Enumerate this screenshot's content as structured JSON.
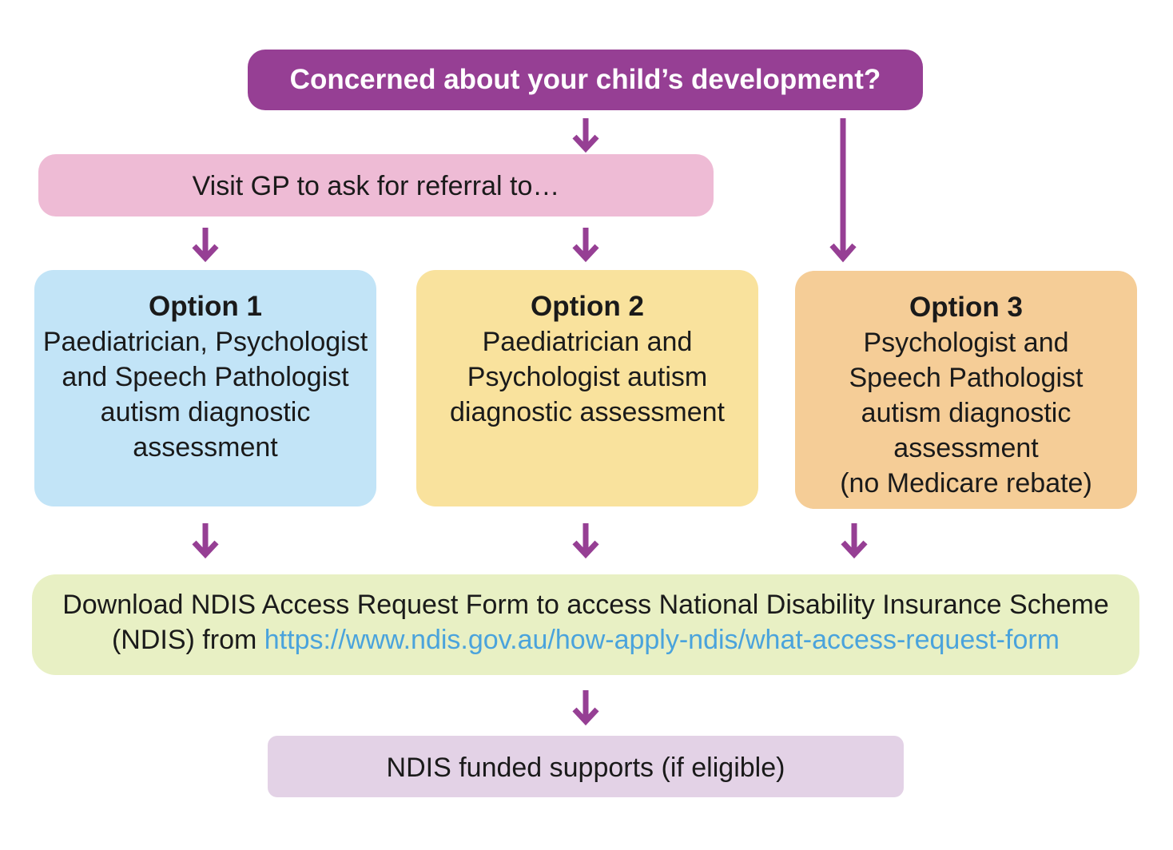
{
  "nodes": {
    "start": "Concerned about your child’s development?",
    "gp": "Visit GP to ask for referral to…",
    "option1": {
      "title": "Option 1",
      "lines": [
        "Paediatrician, Psychologist",
        "and Speech Pathologist",
        "autism diagnostic",
        "assessment"
      ]
    },
    "option2": {
      "title": "Option 2",
      "lines": [
        "Paediatrician and",
        "Psychologist autism",
        "diagnostic assessment"
      ]
    },
    "option3": {
      "title": "Option 3",
      "lines": [
        "Psychologist and",
        "Speech Pathologist",
        "autism diagnostic",
        "assessment",
        "(no Medicare rebate)"
      ]
    },
    "ndis": {
      "line1": "Download NDIS Access Request Form to access National Disability Insurance Scheme",
      "line2_prefix": "(NDIS) from ",
      "link": "https://www.ndis.gov.au/how-apply-ndis/what-access-request-form"
    },
    "supports": "NDIS funded supports (if eligible)"
  },
  "colors": {
    "start": "#963f94",
    "gp": "#eebbd5",
    "option1": "#c2e4f7",
    "option2": "#f9e29d",
    "option3": "#f5cd97",
    "ndis": "#e8f0c4",
    "supports": "#e3d2e6",
    "arrow": "#963f94",
    "link": "#4aa3dc"
  }
}
